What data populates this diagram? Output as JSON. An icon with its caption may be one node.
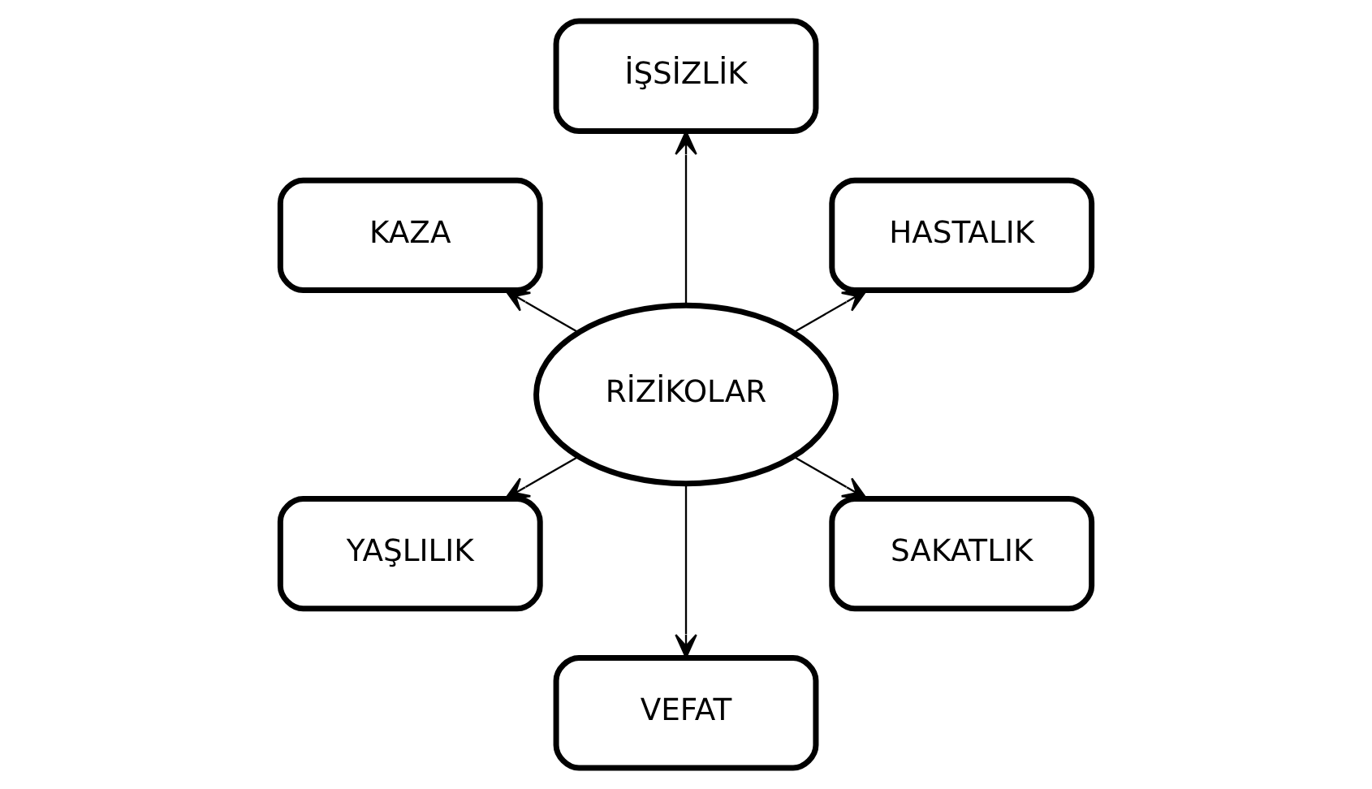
{
  "diagram": {
    "nodes": [
      {
        "text": [
          "HASTALIK"
        ]
      },
      {
        "text": [
          "İŞSİZLİK"
        ]
      },
      {
        "text": [
          "KAZA"
        ]
      },
      {
        "text": [
          "RİZİKOLAR"
        ]
      },
      {
        "text": [
          "YAŞLILIK"
        ]
      },
      {
        "text": [
          "VEFAT"
        ]
      },
      {
        "text": [
          "SAKATLIK"
        ]
      }
    ],
    "edges": [
      {
        "from": 3,
        "to": 0,
        "arrow": "to"
      },
      {
        "from": 3,
        "to": 2,
        "arrow": "to"
      },
      {
        "from": 3,
        "to": 5,
        "arrow": "to"
      },
      {
        "from": 3,
        "to": 6,
        "arrow": "to"
      },
      {
        "from": 3,
        "to": 4,
        "arrow": "to"
      },
      {
        "from": 3,
        "to": 1,
        "arrow": "to"
      }
    ]
  }
}
